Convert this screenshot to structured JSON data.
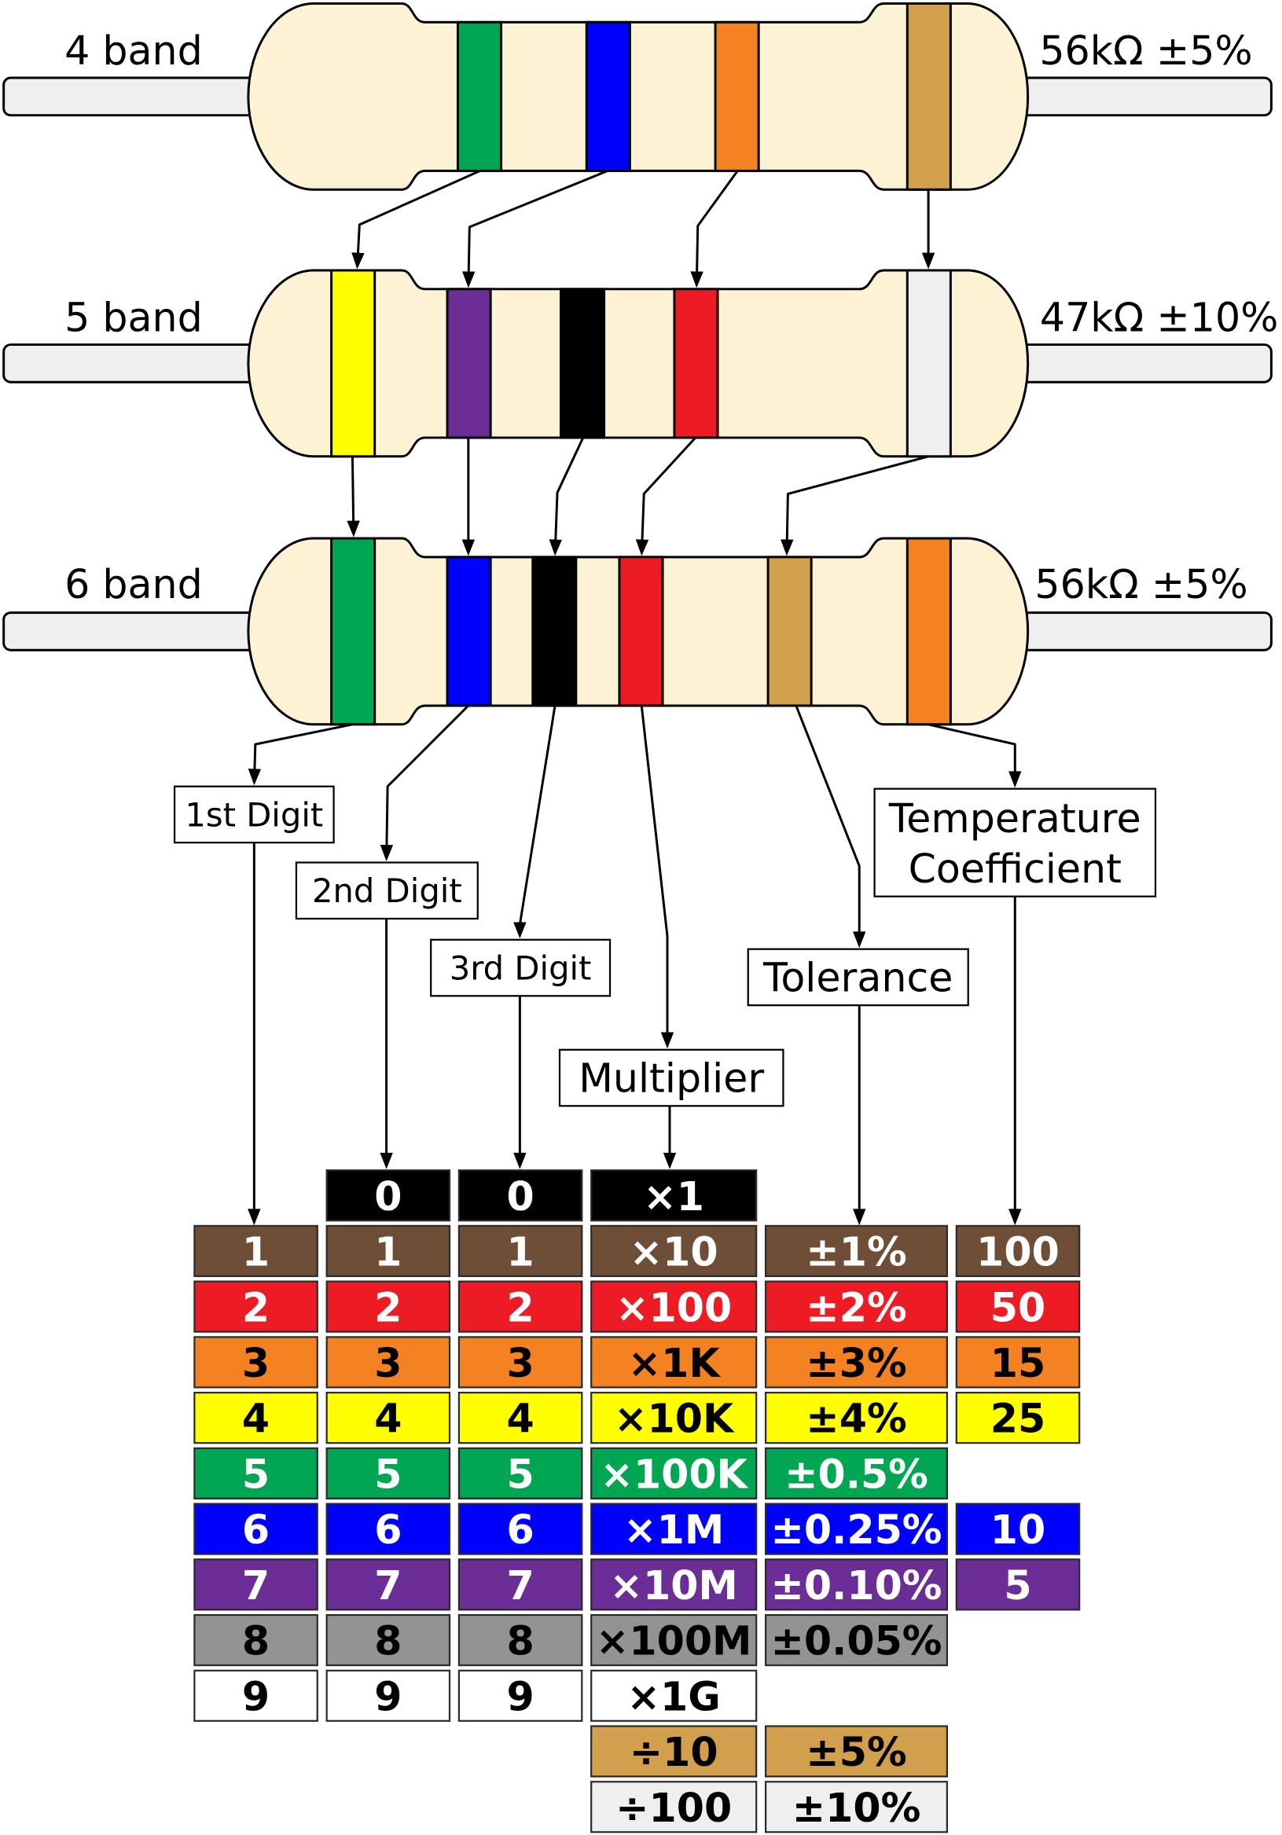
{
  "colors": {
    "body": "#fdf3d4",
    "lead": "#efefef"
  },
  "resistors": [
    {
      "label": "4 band",
      "value": "56kΩ ±5%",
      "bands": [
        "#00a651",
        "#0000ff",
        "#f58220",
        "#d29f4c"
      ]
    },
    {
      "label": "5 band",
      "value": "47kΩ ±10%",
      "bands": [
        "#ffff00",
        "#6b2e96",
        "#000000",
        "#ed1c24",
        "#efefef"
      ]
    },
    {
      "label": "6 band",
      "value": "56kΩ ±5%",
      "bands": [
        "#00a651",
        "#0000ff",
        "#000000",
        "#ed1c24",
        "#d29f4c",
        "#f58220"
      ]
    }
  ],
  "band_labels": {
    "digit1": "1st Digit",
    "digit2": "2nd Digit",
    "digit3": "3rd Digit",
    "multiplier": "Multiplier",
    "tolerance": "Tolerance",
    "tempco_line1": "Temperature",
    "tempco_line2": "Coefficient"
  },
  "table": {
    "rows": [
      {
        "fill": "#000000",
        "text": "#ffffff"
      },
      {
        "fill": "#6f4e37",
        "text": "#ffffff"
      },
      {
        "fill": "#ed1c24",
        "text": "#ffffff"
      },
      {
        "fill": "#f58220",
        "text": "#000000"
      },
      {
        "fill": "#ffff00",
        "text": "#000000"
      },
      {
        "fill": "#00a651",
        "text": "#ffffff"
      },
      {
        "fill": "#0000ff",
        "text": "#ffffff"
      },
      {
        "fill": "#6b2e96",
        "text": "#ffffff"
      },
      {
        "fill": "#939393",
        "text": "#000000"
      },
      {
        "fill": "#ffffff",
        "text": "#000000"
      },
      {
        "fill": "#d29f4c",
        "text": "#000000"
      },
      {
        "fill": "#efefef",
        "text": "#000000"
      }
    ],
    "columns": {
      "digit1": [
        null,
        "1",
        "2",
        "3",
        "4",
        "5",
        "6",
        "7",
        "8",
        "9",
        null,
        null
      ],
      "digit2": [
        "0",
        "1",
        "2",
        "3",
        "4",
        "5",
        "6",
        "7",
        "8",
        "9",
        null,
        null
      ],
      "digit3": [
        "0",
        "1",
        "2",
        "3",
        "4",
        "5",
        "6",
        "7",
        "8",
        "9",
        null,
        null
      ],
      "multiplier": [
        "×1",
        "×10",
        "×100",
        "×1K",
        "×10K",
        "×100K",
        "×1M",
        "×10M",
        "×100M",
        "×1G",
        "÷10",
        "÷100"
      ],
      "tolerance": [
        null,
        "±1%",
        "±2%",
        "±3%",
        "±4%",
        "±0.5%",
        "±0.25%",
        "±0.10%",
        "±0.05%",
        null,
        "±5%",
        "±10%"
      ],
      "tempco": [
        null,
        "100",
        "50",
        "15",
        "25",
        null,
        "10",
        "5",
        null,
        null,
        null,
        null
      ]
    }
  }
}
